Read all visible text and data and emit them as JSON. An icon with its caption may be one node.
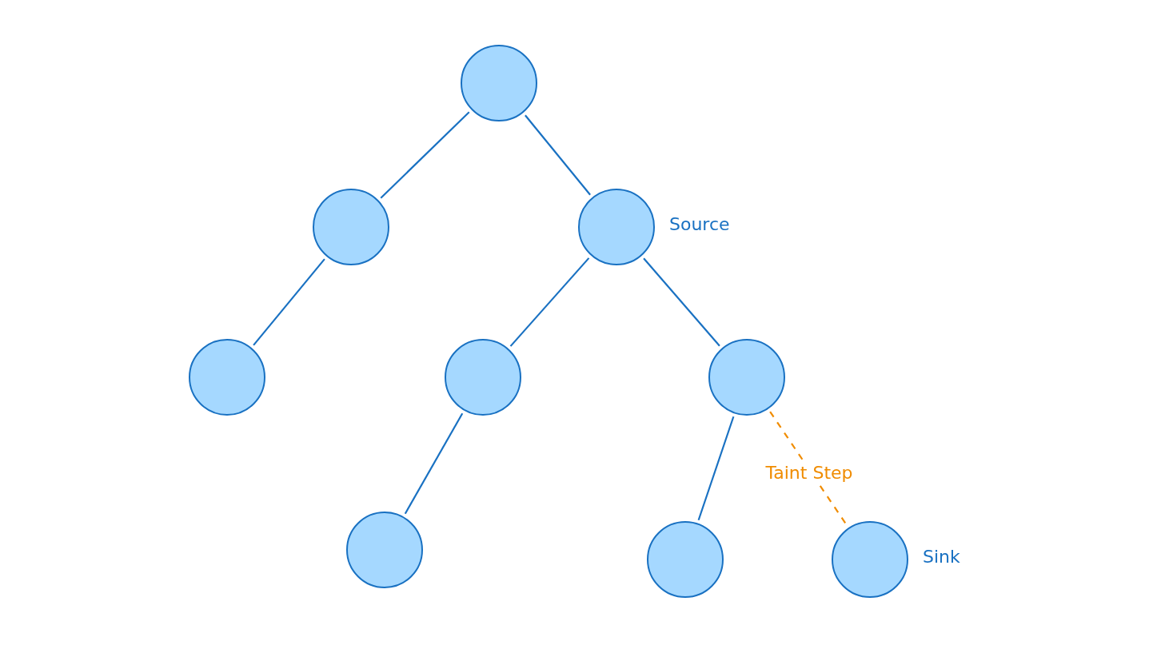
{
  "diagram": {
    "nodes": [
      {
        "text": [],
        "shape": "circle"
      },
      {
        "text": [],
        "shape": "circle"
      },
      {
        "text": [],
        "shape": "circle",
        "beside": [
          "Source"
        ]
      },
      {
        "text": [],
        "shape": "circle"
      },
      {
        "text": [],
        "shape": "circle"
      },
      {
        "text": [],
        "shape": "circle"
      },
      {
        "text": [],
        "shape": "circle"
      },
      {
        "text": [],
        "shape": "circle"
      },
      {
        "text": [],
        "shape": "circle",
        "beside": [
          "Sink"
        ]
      }
    ],
    "edges": [
      {
        "from": 0,
        "to": 1,
        "arrow": "none"
      },
      {
        "from": 0,
        "to": 2,
        "arrow": "none"
      },
      {
        "from": 1,
        "to": 3,
        "arrow": "none"
      },
      {
        "from": 2,
        "to": 4,
        "arrow": "none"
      },
      {
        "from": 2,
        "to": 5,
        "arrow": "none"
      },
      {
        "from": 4,
        "to": 6,
        "arrow": "none"
      },
      {
        "from": 5,
        "to": 7,
        "arrow": "none"
      },
      {
        "from": 5,
        "to": 8,
        "arrow": "none",
        "label": "Taint Step",
        "style": "dashed",
        "color": "#f08c00"
      }
    ]
  }
}
